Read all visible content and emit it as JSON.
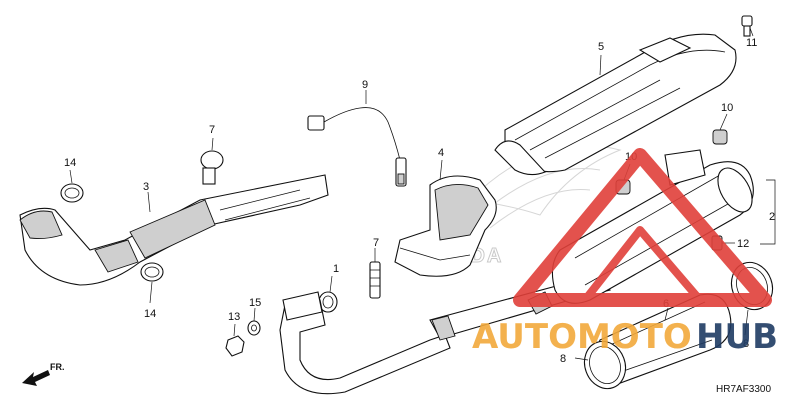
{
  "diagram": {
    "diagram_code": "HR7AF3300",
    "direction_label": "FR.",
    "background_logo": "HONDA",
    "watermark": {
      "word1": "AUTOMOTO",
      "word2": "HUB",
      "color1": "#f2a93b",
      "color2": "#1f3b63",
      "triangle_color": "#e0403a"
    },
    "callouts": [
      {
        "id": "c1",
        "text": "1"
      },
      {
        "id": "c2",
        "text": "2"
      },
      {
        "id": "c3",
        "text": "3"
      },
      {
        "id": "c4",
        "text": "4"
      },
      {
        "id": "c5",
        "text": "5"
      },
      {
        "id": "c6",
        "text": "6"
      },
      {
        "id": "c7a",
        "text": "7"
      },
      {
        "id": "c7b",
        "text": "7"
      },
      {
        "id": "c8a",
        "text": "8"
      },
      {
        "id": "c8b",
        "text": "8"
      },
      {
        "id": "c9",
        "text": "9"
      },
      {
        "id": "c10a",
        "text": "10"
      },
      {
        "id": "c10b",
        "text": "10"
      },
      {
        "id": "c11",
        "text": "11"
      },
      {
        "id": "c12",
        "text": "12"
      },
      {
        "id": "c13",
        "text": "13"
      },
      {
        "id": "c14a",
        "text": "14"
      },
      {
        "id": "c14b",
        "text": "14"
      },
      {
        "id": "c15",
        "text": "15"
      }
    ]
  }
}
